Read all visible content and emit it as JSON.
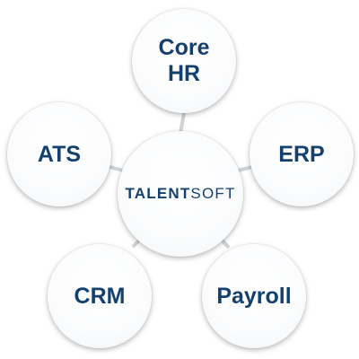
{
  "diagram": {
    "center": {
      "logo_bold": "TALENT",
      "logo_light": "SOFT"
    },
    "nodes": {
      "core_hr": {
        "line1": "Core",
        "line2": "HR"
      },
      "ats": {
        "label": "ATS"
      },
      "erp": {
        "label": "ERP"
      },
      "crm": {
        "label": "CRM"
      },
      "payroll": {
        "label": "Payroll"
      }
    }
  },
  "colors": {
    "text": "#14406e",
    "connector": "#cfd3d8",
    "node_fill": "#ffffff"
  }
}
